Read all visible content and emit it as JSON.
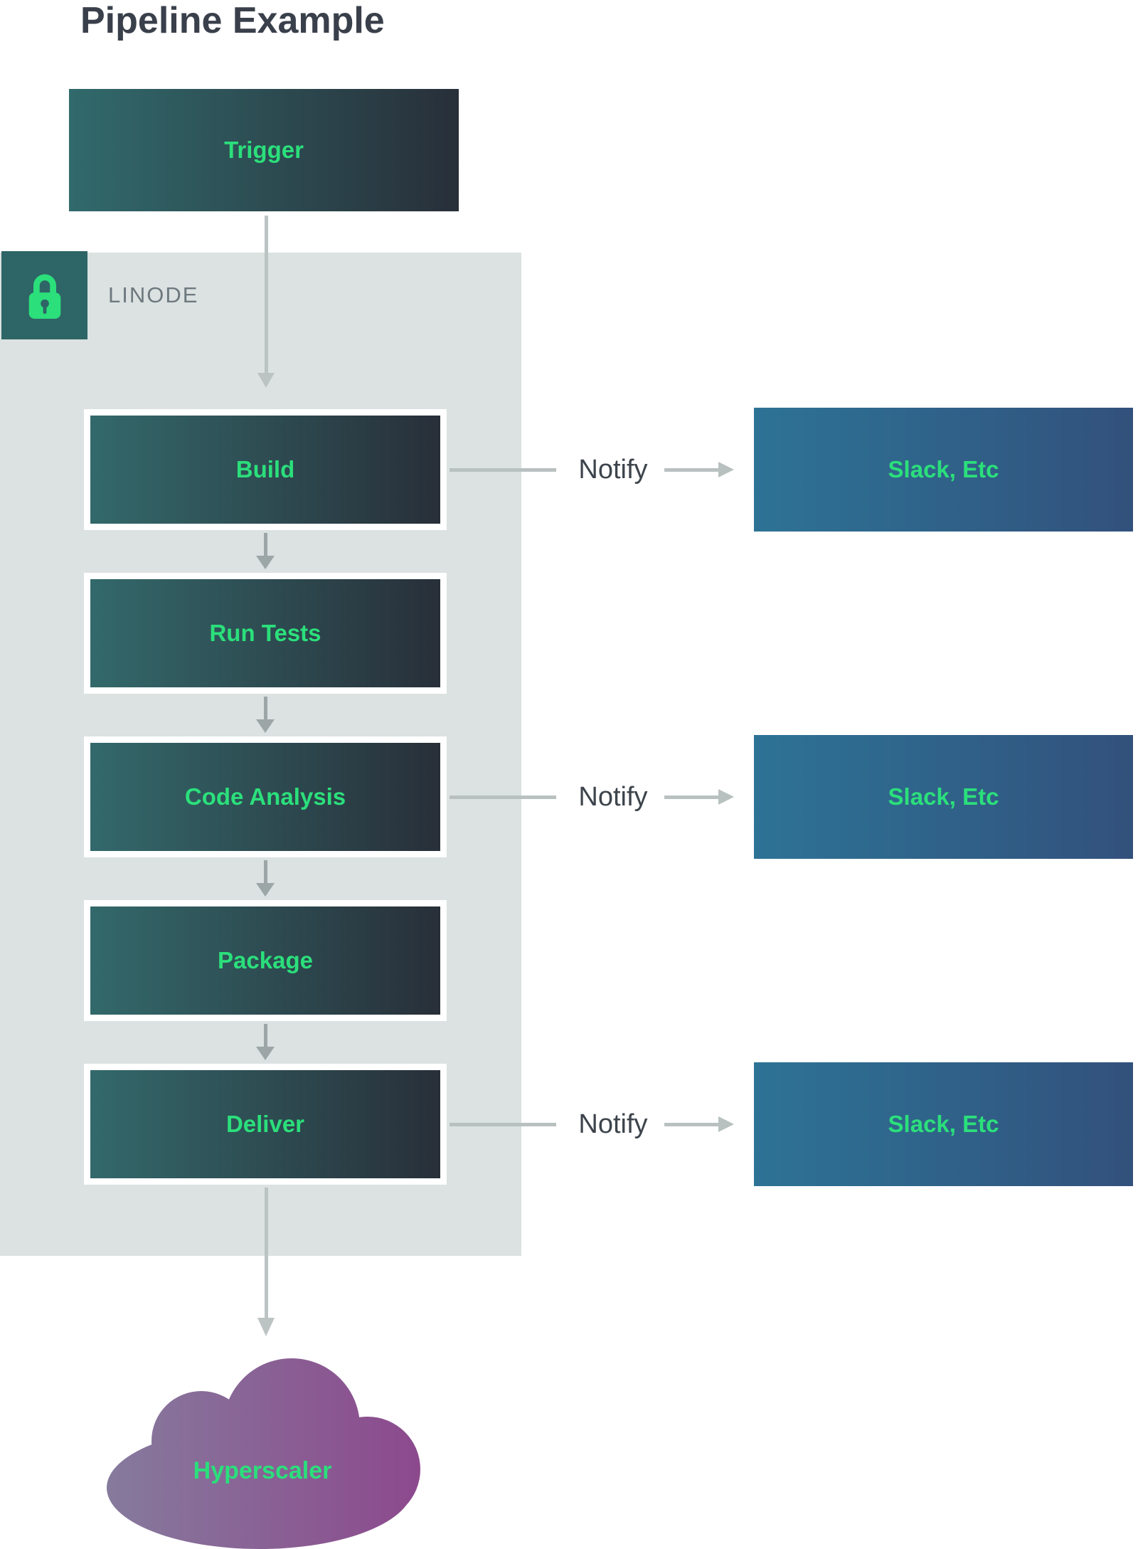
{
  "title": "Pipeline Example",
  "provider": {
    "name": "LINODE"
  },
  "pipeline": {
    "trigger": {
      "label": "Trigger"
    },
    "stages": [
      {
        "label": "Build"
      },
      {
        "label": "Run Tests"
      },
      {
        "label": "Code Analysis"
      },
      {
        "label": "Package"
      },
      {
        "label": "Deliver"
      }
    ]
  },
  "notifications": [
    {
      "label": "Notify",
      "target": "Slack, Etc"
    },
    {
      "label": "Notify",
      "target": "Slack, Etc"
    },
    {
      "label": "Notify",
      "target": "Slack, Etc"
    }
  ],
  "destination": {
    "label": "Hyperscaler"
  },
  "colors": {
    "accent_green": "#2bdf7b",
    "stage_gradient_start": "#33696b",
    "stage_gradient_end": "#282f39",
    "notify_gradient_start": "#2d7396",
    "notify_gradient_end": "#32517c",
    "cloud_gradient_start": "#867b9d",
    "cloud_gradient_end": "#8c498d",
    "container_bg": "#dbe2e1",
    "badge_bg": "#2e6566",
    "arrow_gray": "#bcc3c3",
    "text_dark": "#3a404b"
  }
}
